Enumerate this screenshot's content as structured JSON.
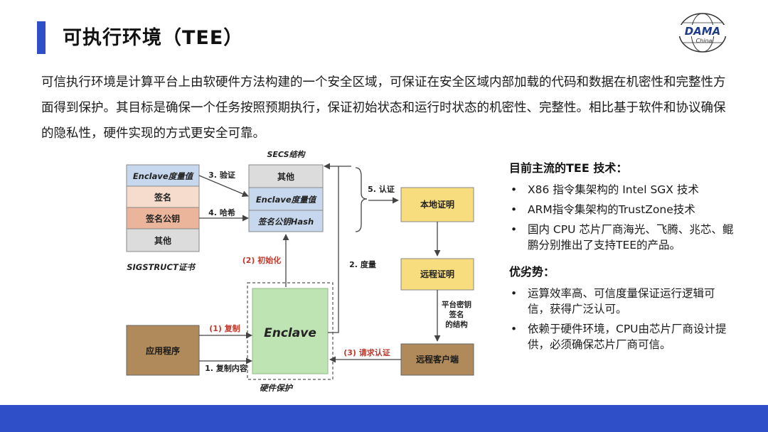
{
  "page": {
    "title": "可执行环境（TEE）",
    "intro": "可信执行环境是计算平台上由软硬件方法构建的一个安全区域，可保证在安全区域内部加载的代码和数据在机密性和完整性方面得到保护。其目标是确保一个任务按照预期执行，保证初始状态和运行时状态的机密性、完整性。相比基于软件和协议确保的隐私性，硬件实现的方式更安全可靠。"
  },
  "logo": {
    "top": "DAMA",
    "bottom": "China"
  },
  "diagram": {
    "secs_title": "SECS结构",
    "secs": [
      "其他",
      "Enclave度量值",
      "签名公钥Hash"
    ],
    "sigstruct": [
      "Enclave度量值",
      "签名",
      "签名公钥",
      "其他"
    ],
    "sigstruct_title": "SIGSTRUCT证书",
    "arrow_verify": "3. 验证",
    "arrow_hash": "4. 哈希",
    "arrow_attest": "5. 认证",
    "arrow_init": "(2) 初始化",
    "arrow_measure": "2. 度量",
    "local_cert": "本地证明",
    "remote_cert": "远程证明",
    "platform_key": [
      "平台密钥",
      "签名",
      "的结构"
    ],
    "enclave": "Enclave",
    "hw_protect": "硬件保护",
    "app": "应用程序",
    "copy": "(1) 复制",
    "copy_content": "1. 复制内容",
    "request_attest": "(3) 请求认证",
    "remote_client": "远程客户端"
  },
  "right": {
    "heading1": "目前主流的TEE 技术：",
    "items1": [
      "X86 指令集架构的 Intel SGX 技术",
      "ARM指令集架构的TrustZone技术",
      "国内 CPU 芯片厂商海光、飞腾、兆芯、鲲鹏分别推出了支持TEE的产品。"
    ],
    "heading2": "优劣势：",
    "items2": [
      "运算效率高、可信度量保证运行逻辑可信，获得广泛认可。",
      "依赖于硬件环境，CPU由芯片厂商设计提供，必须确保芯片厂商可信。"
    ],
    "bullet": "•"
  }
}
